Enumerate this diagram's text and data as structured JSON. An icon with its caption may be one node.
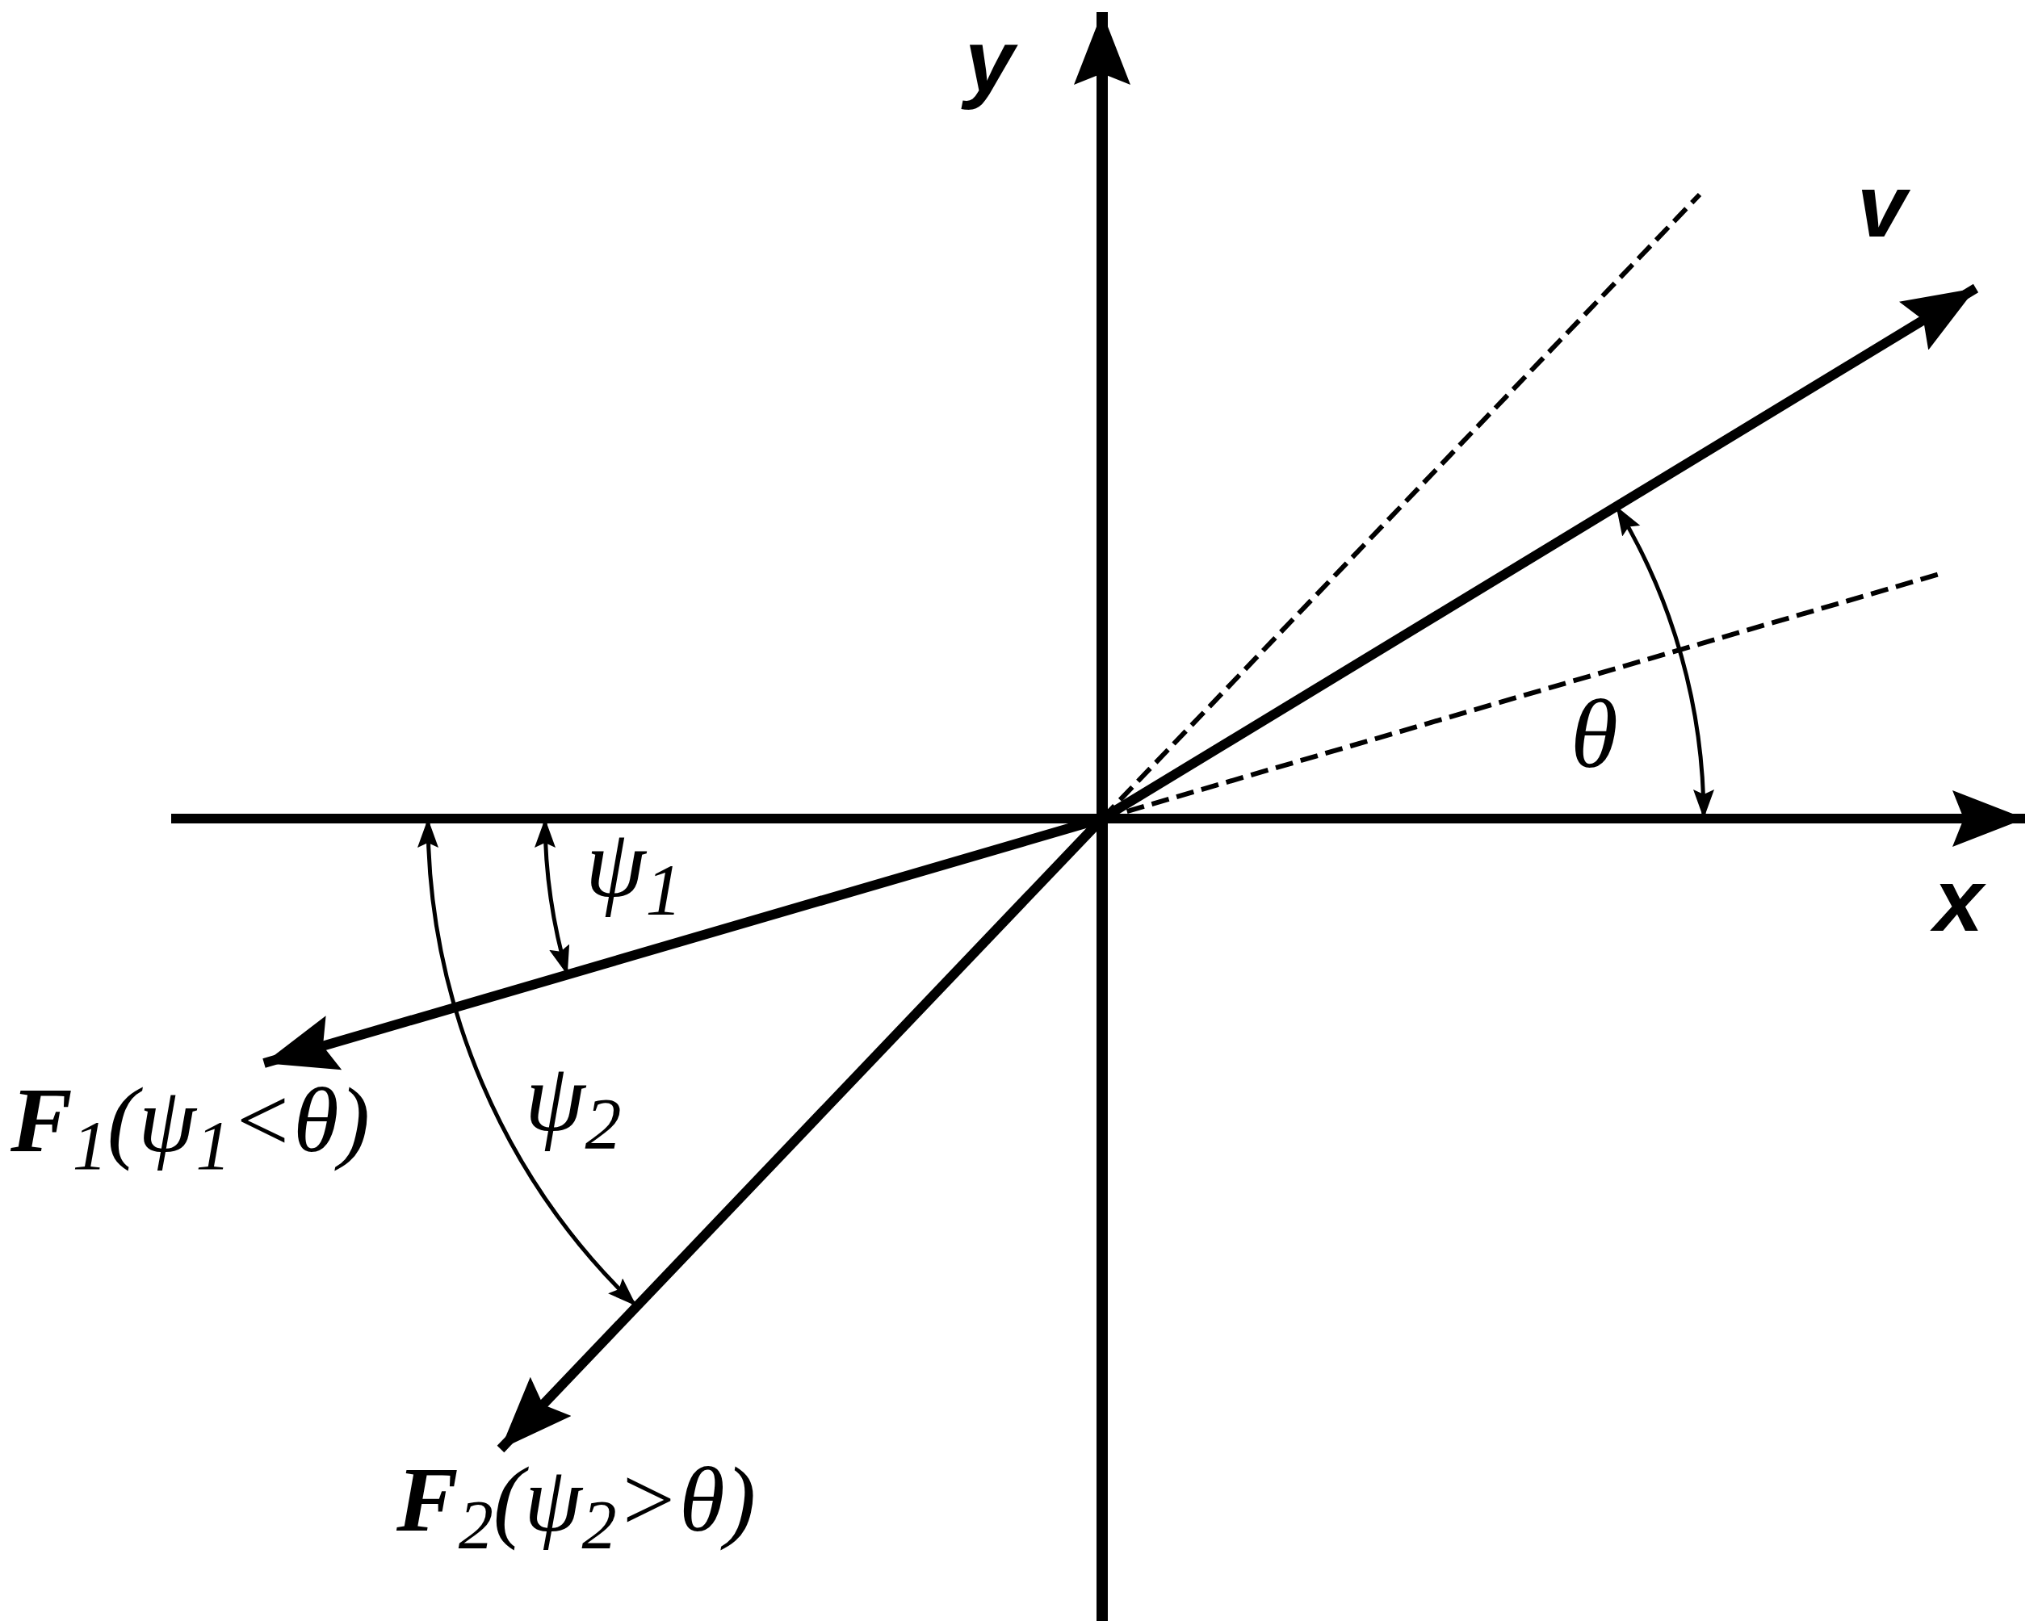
{
  "diagram": {
    "labels": [
      "y",
      "v",
      "x",
      "θ",
      "ψ$_{1}$",
      "ψ$_{2}$",
      "**F**$_{1}$(ψ$_{1}$<θ)",
      "**F**$_{2}$(ψ$_{2}$>θ)"
    ]
  }
}
